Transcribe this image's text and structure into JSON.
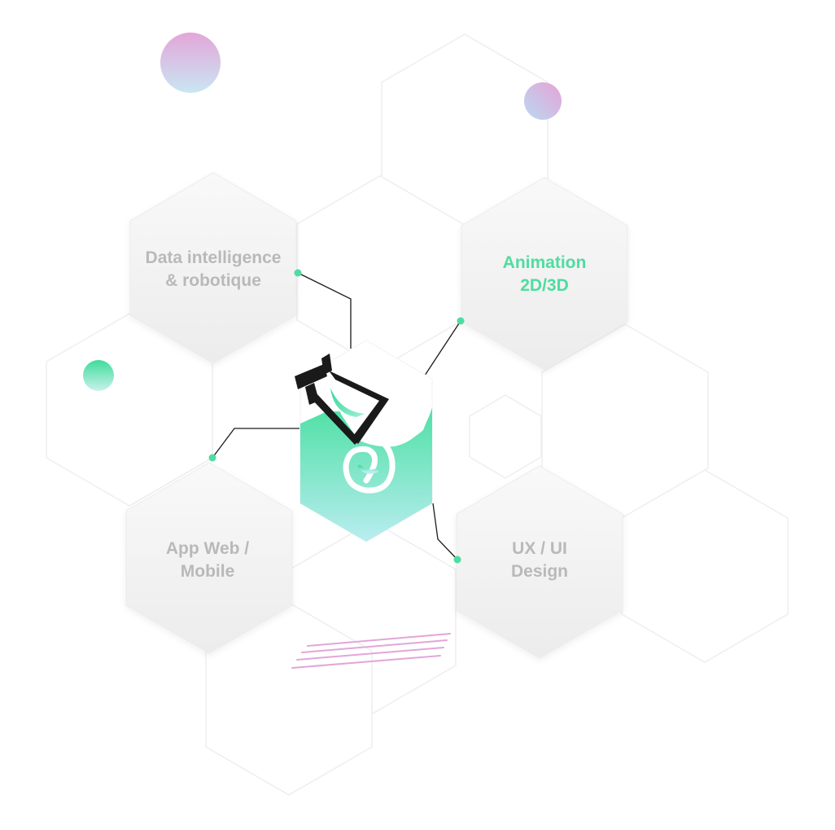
{
  "services": [
    {
      "id": "data",
      "line1": "Data intelligence",
      "line2": "& robotique",
      "active": false
    },
    {
      "id": "animation",
      "line1": "Animation",
      "line2": "2D/3D",
      "active": true
    },
    {
      "id": "app",
      "line1": "App Web /",
      "line2": "Mobile",
      "active": false
    },
    {
      "id": "ux",
      "line1": "UX / UI",
      "line2": "Design",
      "active": false
    }
  ],
  "colors": {
    "accent": "#4fdca0",
    "inactive_text": "#b9b9b9",
    "pink_stripes": "#e3a6d8"
  },
  "center_logo": {
    "icon": "chameleon-logo-icon"
  }
}
